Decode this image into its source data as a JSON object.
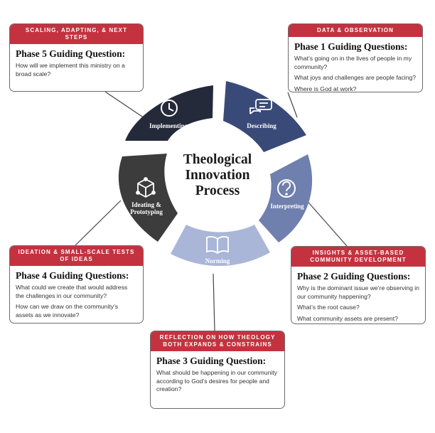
{
  "center": {
    "line1": "Theological",
    "line2": "Innovation",
    "line3": "Process"
  },
  "segments": [
    {
      "label": "Implementing",
      "icon": "clock-icon",
      "color": "#252a3a"
    },
    {
      "label": "Describing",
      "icon": "chat-bubble-icon",
      "color": "#3a4a78"
    },
    {
      "label": "Interpreting",
      "icon": "question-circle-icon",
      "color": "#6f7fae"
    },
    {
      "label": "Norming",
      "icon": "open-book-icon",
      "color": "#a9b6d8"
    },
    {
      "label_line1": "Ideating &",
      "label_line2": "Prototyping",
      "icon": "cube-icon",
      "color": "#3c3c3c"
    }
  ],
  "cards": {
    "data": {
      "header": "DATA & OBSERVATION",
      "title": "Phase 1 Guiding Questions:",
      "questions": [
        "What’s going on in the lives of people in my community?",
        "What joys and challenges are people facing?",
        "Where is God at work?"
      ]
    },
    "insights": {
      "header": "INSIGHTS & ASSET-BASED COMMUNITY DEVELOPMENT",
      "title": "Phase 2 Guiding Questions:",
      "questions": [
        "Why is the dominant issue we’re observing in our community happening?",
        "What’s the root cause?",
        "What community assets are present?"
      ]
    },
    "reflection": {
      "header": "REFLECTION ON HOW THEOLOGY BOTH EXPANDS & CONSTRAINS",
      "title": "Phase 3 Guiding Question:",
      "questions": [
        "What should be happening in our community according to God’s desires for people and creation?"
      ]
    },
    "ideation": {
      "header": "IDEATION & SMALL-SCALE TESTS OF IDEAS",
      "title": "Phase 4 Guiding Questions:",
      "questions": [
        "What could we create that would address the challenges in our community?",
        "How can we draw on the community’s assets as we innovate?"
      ]
    },
    "scaling": {
      "header": "SCALING, ADAPTING, & NEXT STEPS",
      "title": "Phase 5 Guiding Question:",
      "questions": [
        "How will we implement this ministry on a broad scale?"
      ]
    }
  },
  "colors": {
    "header_red": "#c4323f",
    "connector": "#444444"
  }
}
